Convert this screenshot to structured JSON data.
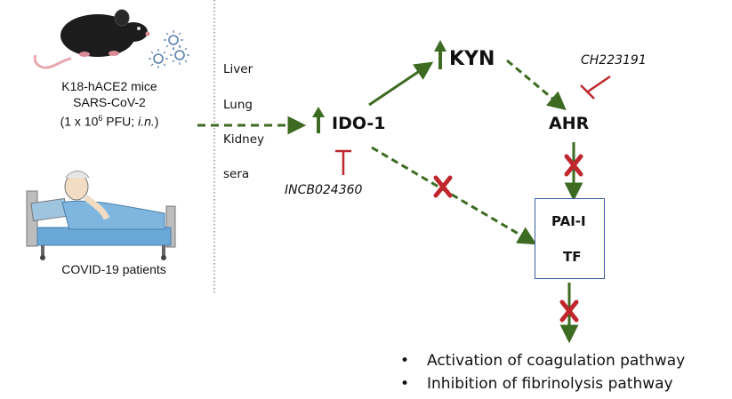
{
  "left_panel": {
    "mice_label_line1": "K18-hACE2 mice",
    "mice_label_line2": "SARS-CoV-2",
    "mice_dose_prefix": "(1 x 10",
    "mice_dose_exp": "6",
    "mice_dose_unit": " PFU; ",
    "mice_dose_route": "i.n.",
    "mice_dose_close": ")",
    "patients_label": "COVID-19 patients"
  },
  "tissues": [
    "Liver",
    "Lung",
    "Kidney",
    "sera"
  ],
  "nodes": {
    "ido1": "IDO-1",
    "kyn": "KYN",
    "ahr": "AHR",
    "pai1": "PAI-I",
    "tf": "TF"
  },
  "inhibitors": {
    "ahr_inhibitor": "CH223191",
    "ido_inhibitor": "INCB024360"
  },
  "outcomes": [
    "Activation of coagulation pathway",
    "Inhibition of fibrinolysis pathway"
  ],
  "colors": {
    "arrow_green": "#3d6b22",
    "inhibitor_red": "#c0262d",
    "block_red": "#c0262d",
    "box_border": "#3a5ba0",
    "mouse_body": "#1c1c1c",
    "virus_blue": "#5a7fb0",
    "bed_blue": "#6aa8d8"
  }
}
